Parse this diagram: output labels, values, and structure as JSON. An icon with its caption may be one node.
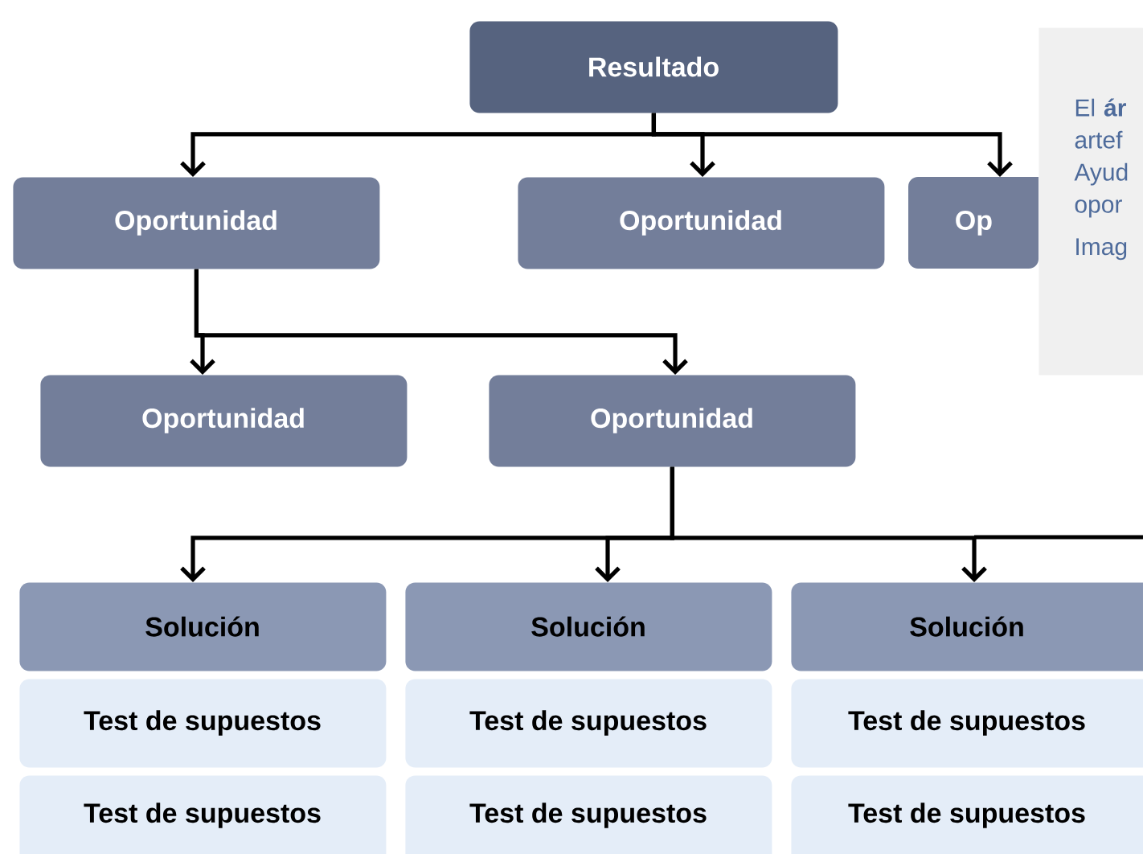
{
  "diagram": {
    "nodes": [
      {
        "text": [
          "Resultado"
        ]
      },
      {
        "text": [
          "Oportunidad"
        ]
      },
      {
        "text": [
          "Oportunidad"
        ]
      },
      {
        "text": [
          "Op"
        ]
      },
      {
        "text": [
          "El **ár** artef Ayud opor",
          "Imag"
        ]
      },
      {
        "text": [
          "Oportunidad"
        ]
      },
      {
        "text": [
          "Oportunidad"
        ]
      },
      {
        "text": [
          "Solución"
        ]
      },
      {
        "text": [
          "Solución"
        ]
      },
      {
        "text": [
          "Solución"
        ]
      },
      {
        "text": [
          "Test de supuestos"
        ]
      },
      {
        "text": [
          "Test de supuestos"
        ]
      },
      {
        "text": [
          "Test de supuestos"
        ]
      },
      {
        "text": [
          "Test de supuestos"
        ]
      },
      {
        "text": [
          "Test de supuestos"
        ]
      },
      {
        "text": [
          "Test de supuestos"
        ]
      }
    ],
    "edges": [
      {
        "from": 0,
        "to": 1,
        "arrow": "to"
      },
      {
        "from": 0,
        "to": 2,
        "arrow": "to"
      },
      {
        "from": 0,
        "to": 3,
        "arrow": "to"
      },
      {
        "from": 1,
        "to": 5,
        "arrow": "to"
      },
      {
        "from": 1,
        "to": 6,
        "arrow": "to"
      },
      {
        "from": 6,
        "to": 7,
        "arrow": "to"
      },
      {
        "from": 6,
        "to": 8,
        "arrow": "to"
      },
      {
        "from": 6,
        "to": 9,
        "arrow": "to"
      }
    ]
  }
}
